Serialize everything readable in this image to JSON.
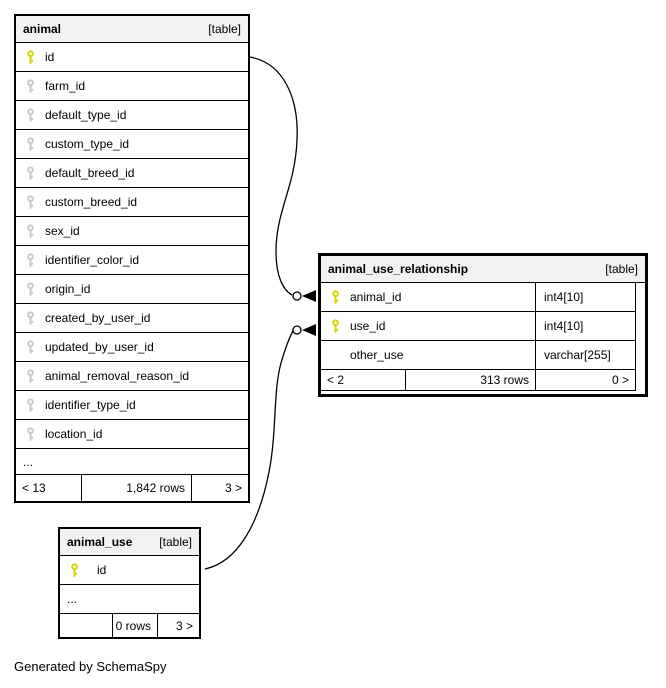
{
  "diagram": {
    "generator_note": "Generated by SchemaSpy",
    "colors": {
      "header_bg": "#f2f2f2",
      "row_bg": "#ffffff",
      "border": "#000000",
      "primary_key_color": "#d6d600",
      "foreign_key_color": "#c9c9c9"
    },
    "tables": [
      {
        "name": "animal",
        "kind": "[table]",
        "columns": [
          {
            "name": "id",
            "key": "primary"
          },
          {
            "name": "farm_id",
            "key": "foreign"
          },
          {
            "name": "default_type_id",
            "key": "foreign"
          },
          {
            "name": "custom_type_id",
            "key": "foreign"
          },
          {
            "name": "default_breed_id",
            "key": "foreign"
          },
          {
            "name": "custom_breed_id",
            "key": "foreign"
          },
          {
            "name": "sex_id",
            "key": "foreign"
          },
          {
            "name": "identifier_color_id",
            "key": "foreign"
          },
          {
            "name": "origin_id",
            "key": "foreign"
          },
          {
            "name": "created_by_user_id",
            "key": "foreign"
          },
          {
            "name": "updated_by_user_id",
            "key": "foreign"
          },
          {
            "name": "animal_removal_reason_id",
            "key": "foreign"
          },
          {
            "name": "identifier_type_id",
            "key": "foreign"
          },
          {
            "name": "location_id",
            "key": "foreign"
          }
        ],
        "ellipsis": "...",
        "footer": {
          "left": "< 13",
          "center": "1,842 rows",
          "right": "3 >"
        }
      },
      {
        "name": "animal_use_relationship",
        "kind": "[table]",
        "columns": [
          {
            "name": "animal_id",
            "type": "int4[10]",
            "key": "primary"
          },
          {
            "name": "use_id",
            "type": "int4[10]",
            "key": "primary"
          },
          {
            "name": "other_use",
            "type": "varchar[255]",
            "key": "none"
          }
        ],
        "footer": {
          "left": "< 2",
          "center": "313 rows",
          "right": "0 >"
        }
      },
      {
        "name": "animal_use",
        "kind": "[table]",
        "columns": [
          {
            "name": "id",
            "key": "primary"
          }
        ],
        "ellipsis": "...",
        "footer": {
          "left": "",
          "center": "0 rows",
          "right": "3 >"
        }
      }
    ],
    "relationships": [
      {
        "from": "animal.id",
        "to": "animal_use_relationship.animal_id"
      },
      {
        "from": "animal_use.id",
        "to": "animal_use_relationship.use_id"
      }
    ]
  }
}
